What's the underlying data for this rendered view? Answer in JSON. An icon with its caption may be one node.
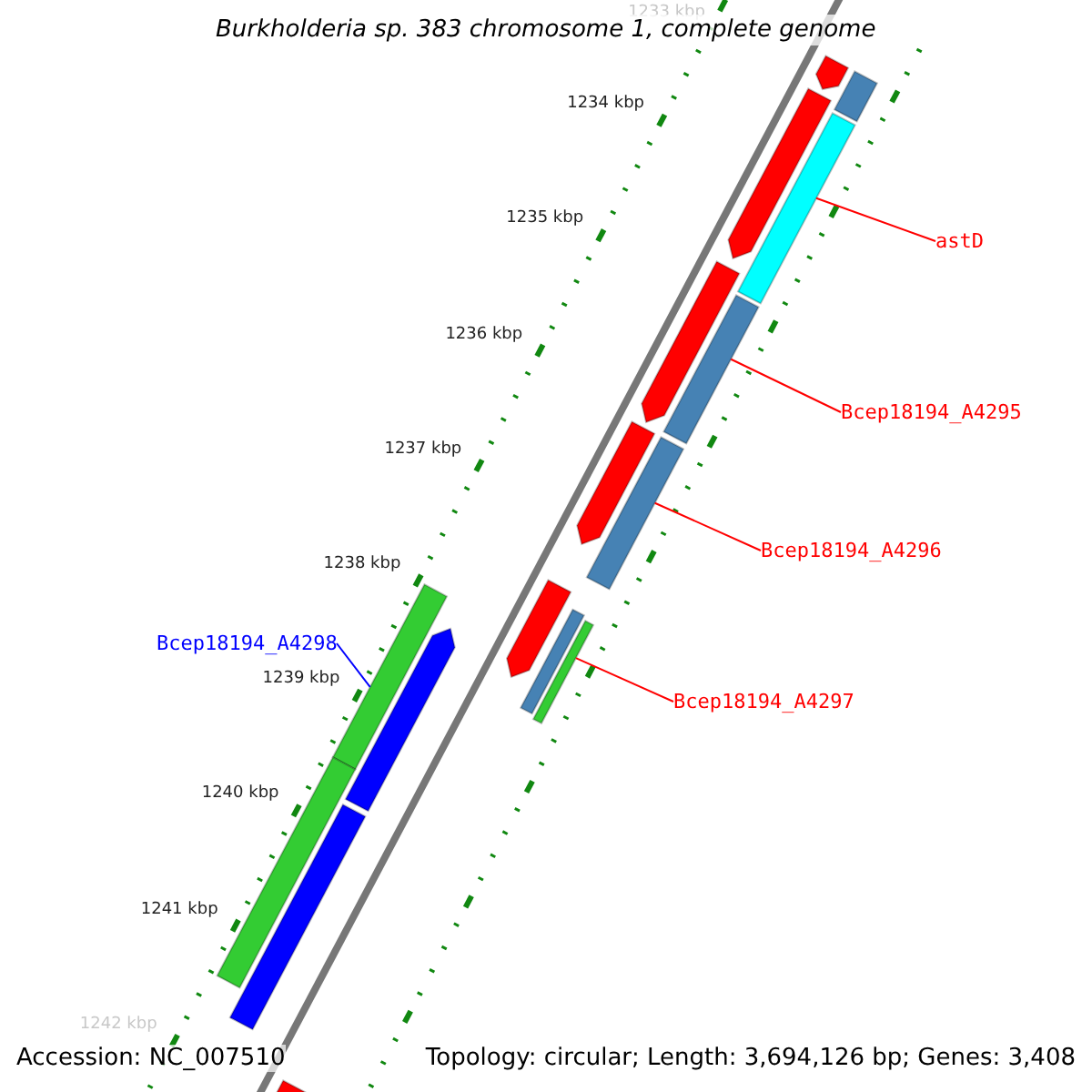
{
  "diagram": {
    "title": "Burkholderia sp. 383 chromosome 1, complete genome",
    "nodes": [
      {
        "text": [
          "astD"
        ]
      },
      {
        "text": [
          "Bcep18194_A4295"
        ]
      },
      {
        "text": [
          "Bcep18194_A4296"
        ]
      },
      {
        "text": [
          "Bcep18194_A4297"
        ]
      },
      {
        "text": [
          "Bcep18194_A4298"
        ]
      },
      {
        "text": [],
        "shape": "bar"
      },
      {
        "text": [],
        "shape": "bar"
      },
      {
        "text": [],
        "shape": "bar"
      },
      {
        "text": [],
        "shape": "bar"
      },
      {
        "text": [],
        "shape": "bar"
      },
      {
        "text": [],
        "shape": "bar"
      },
      {
        "text": [],
        "shape": "bar"
      },
      {
        "text": [],
        "shape": "bar"
      },
      {
        "text": [],
        "shape": "bar"
      },
      {
        "text": [],
        "shape": "bar"
      },
      {
        "text": [],
        "shape": "bar"
      },
      {
        "text": [],
        "shape": "bar"
      },
      {
        "text": [],
        "shape": "bar"
      },
      {
        "text": [],
        "shape": "bar"
      },
      {
        "text": [],
        "shape": "bar"
      },
      {
        "text": [],
        "shape": "bar"
      }
    ],
    "edges": [
      {
        "from": 0,
        "to": 5,
        "arrow": "none",
        "color": "#ff0000"
      },
      {
        "from": 1,
        "to": 6,
        "arrow": "none",
        "color": "#ff0000"
      },
      {
        "from": 2,
        "to": 7,
        "arrow": "none",
        "color": "#ff0000"
      },
      {
        "from": 3,
        "to": 8,
        "arrow": "none",
        "color": "#ff0000"
      },
      {
        "from": 4,
        "to": 9,
        "arrow": "none",
        "color": "#0000ff"
      }
    ],
    "labels": [
      "1233 kbp",
      "1234 kbp",
      "1235 kbp",
      "1236 kbp",
      "1237 kbp",
      "1238 kbp",
      "1239 kbp",
      "1240 kbp",
      "1241 kbp",
      "1242 kbp",
      "Accession: NC_007510",
      "Topology: circular; Length: 3,694,126 bp; Genes: 3,408"
    ]
  }
}
